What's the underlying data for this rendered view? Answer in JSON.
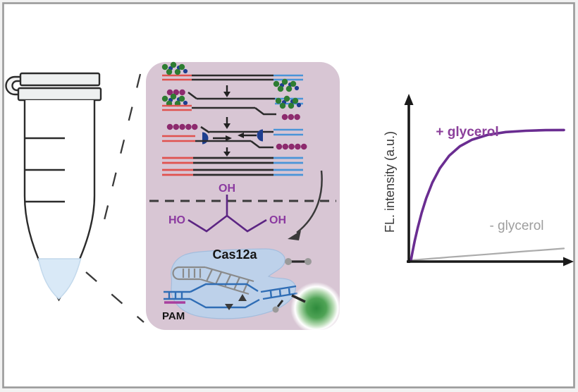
{
  "figure_kind": "graphical-abstract",
  "colors": {
    "frame_border": "#9a9a9a",
    "canvas_bg": "#ffffff",
    "panel_bg": "#d8c6d4",
    "strand_red": "#e0524f",
    "strand_black": "#2b2b2b",
    "strand_blue": "#4a94d8",
    "recombinase_green": "#2e7d32",
    "accessory_navy": "#1e3e8f",
    "ssb_purple": "#8d2a6e",
    "polymerase_navy": "#1e3e8f",
    "glycerol_bond": "#5c2583",
    "glycerol_label": "#8b3aa0",
    "cas_protein": "#bdd1ea",
    "cas_dna_blue": "#2f6db5",
    "pam_purple": "#a83f9e",
    "crrna_gray": "#8a8a8a",
    "reporter_gray": "#9a9a9a",
    "fluorophore_green": "#2e8b3c",
    "tube_liquid": "#d9e9f7",
    "axis_black": "#1a1a1a"
  },
  "tube": {
    "graduation_marks": 3,
    "has_liquid": true
  },
  "panel": {
    "amplification": {
      "rows": 4,
      "step_arrows": 3,
      "description": "isothermal amplification: primers with recombinase (green beads), SSB-coated displaced strands (purple beads), polymerases (navy half-discs), amplified duplexes"
    },
    "glycerol": {
      "oh_top": "OH",
      "ho_left": "HO",
      "oh_right": "OH"
    },
    "cas": {
      "label": "Cas12a",
      "pam": "PAM"
    }
  },
  "graph": {
    "ylabel": "FL. intensity (a.u.)",
    "plus_label": "+ glycerol",
    "minus_label": "- glycerol"
  },
  "chart_data": {
    "type": "line",
    "title": "",
    "xlabel": "",
    "ylabel": "FL. intensity (a.u.)",
    "x_axis": "unlabeled (time), arrow axis, no ticks",
    "y_axis": "unlabeled arrow axis, no ticks",
    "grid": false,
    "legend_position": "labels next to curves",
    "x": [
      0,
      0.01,
      0.025,
      0.045,
      0.07,
      0.1,
      0.14,
      0.19,
      0.25,
      0.32,
      0.4,
      0.5,
      0.62,
      0.75,
      0.88,
      1.0
    ],
    "series": [
      {
        "name": "+ glycerol",
        "color": "#6a2d91",
        "label_color": "#8b3f9b",
        "shape": "steeply rising saturating curve reaching plateau",
        "values": [
          0,
          0.063,
          0.149,
          0.252,
          0.363,
          0.475,
          0.595,
          0.706,
          0.801,
          0.873,
          0.924,
          0.96,
          0.982,
          0.992,
          0.997,
          0.998
        ]
      },
      {
        "name": "- glycerol",
        "color": "#ababab",
        "label_color": "#9e9e9e",
        "shape": "nearly flat shallow linear rise",
        "values": [
          0,
          0.001,
          0.002,
          0.004,
          0.006,
          0.009,
          0.013,
          0.017,
          0.023,
          0.029,
          0.036,
          0.045,
          0.056,
          0.068,
          0.079,
          0.09
        ]
      }
    ],
    "ylim": [
      0,
      1
    ]
  }
}
